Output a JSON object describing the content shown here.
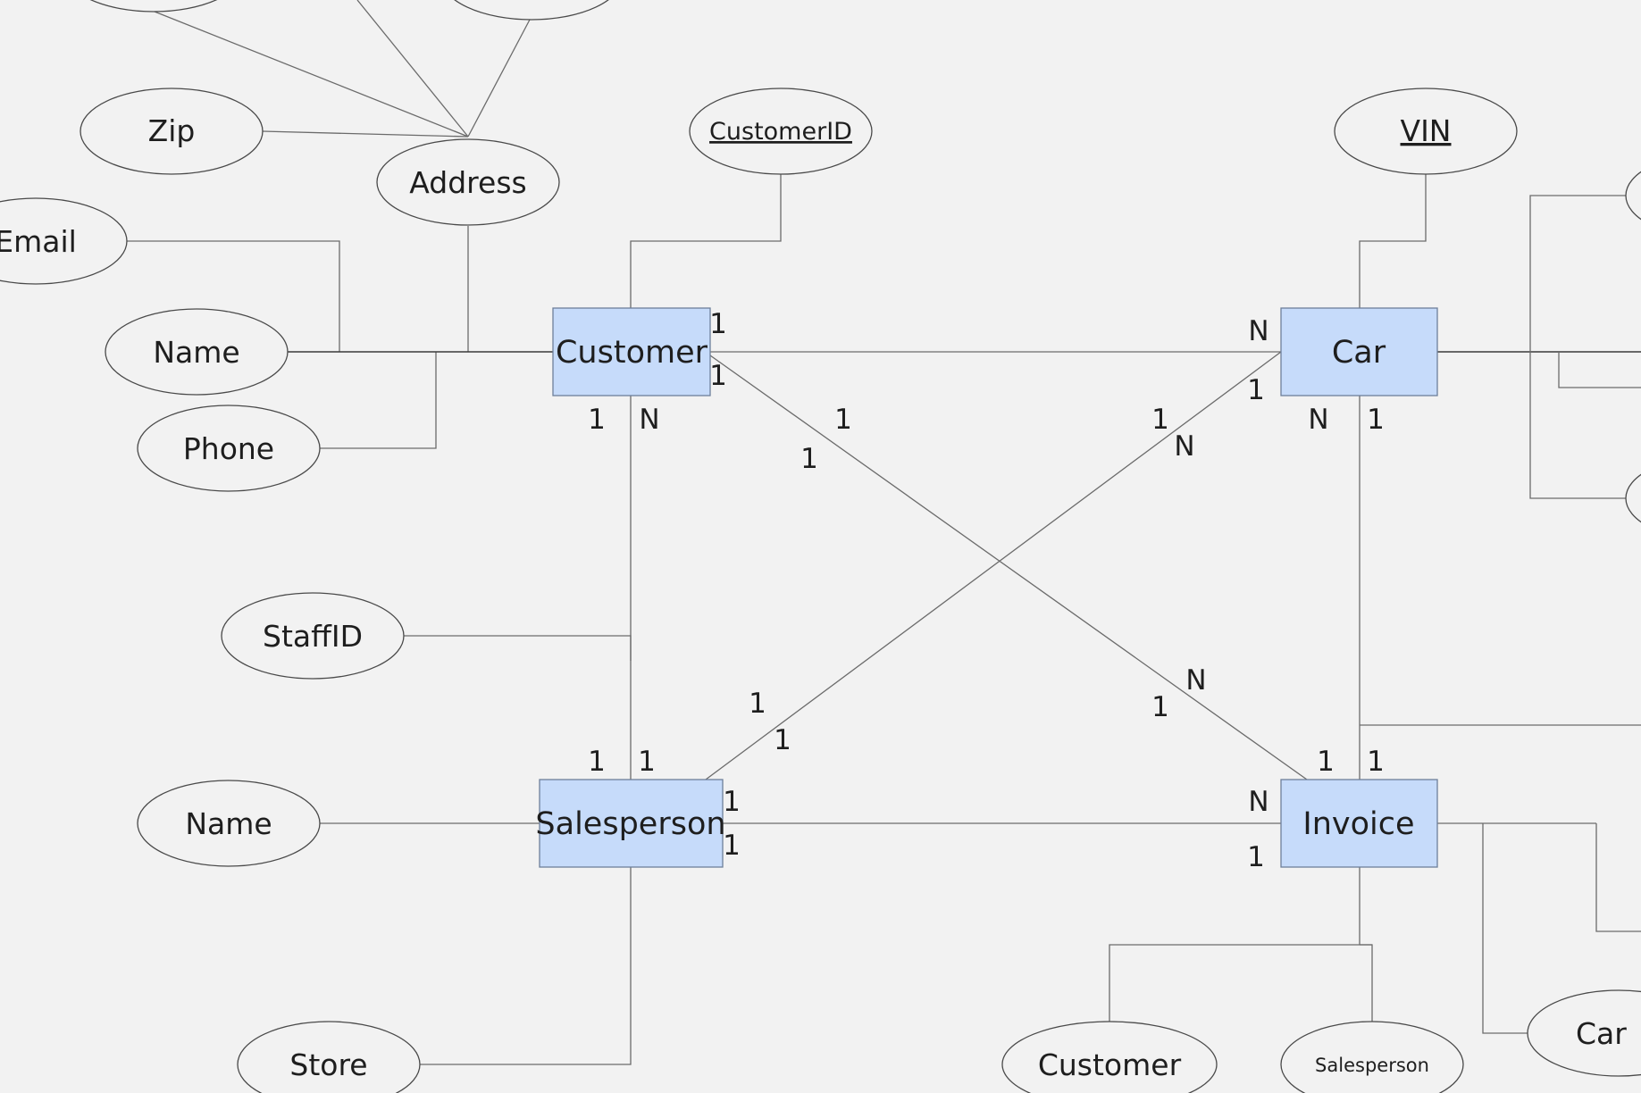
{
  "entities": {
    "customer": "Customer",
    "car": "Car",
    "salesperson": "Salesperson",
    "invoice": "Invoice"
  },
  "attributes": {
    "zip": "Zip",
    "address": "Address",
    "email": "Email",
    "customer_name": "Name",
    "phone": "Phone",
    "customer_id": "CustomerID",
    "vin": "VIN",
    "staff_id": "StaffID",
    "salesperson_name": "Name",
    "store": "Store",
    "invoice_customer": "Customer",
    "invoice_salesperson": "Salesperson",
    "invoice_car": "Car"
  },
  "cardinalities": {
    "customer_car_customer_end": "1",
    "customer_car_car_end": "N",
    "customer_invoice_customer_end_a": "1",
    "customer_invoice_customer_end_b": "1",
    "customer_invoice_customer_end_c": "1",
    "customer_invoice_invoice_end_a": "N",
    "customer_invoice_invoice_end_b": "1",
    "customer_salesperson_top_left": "1",
    "customer_salesperson_top_right": "N",
    "customer_salesperson_bottom_left": "1",
    "customer_salesperson_bottom_right": "1",
    "car_salesperson_car_end_a": "1",
    "car_salesperson_car_end_b": "1",
    "car_salesperson_car_end_c": "N",
    "car_salesperson_sp_end_a": "1",
    "car_salesperson_sp_end_b": "1",
    "car_invoice_top_left": "N",
    "car_invoice_top_right": "1",
    "car_invoice_bottom_left": "1",
    "car_invoice_bottom_right": "1",
    "salesperson_invoice_sp_end_a": "1",
    "salesperson_invoice_sp_end_b": "1",
    "salesperson_invoice_inv_end_a": "N",
    "salesperson_invoice_inv_end_b": "1"
  },
  "colors": {
    "background": "#f2f2f2",
    "entity_fill": "#c6dbfa",
    "entity_stroke": "#6d7f9a",
    "line": "#6b6b6b"
  }
}
